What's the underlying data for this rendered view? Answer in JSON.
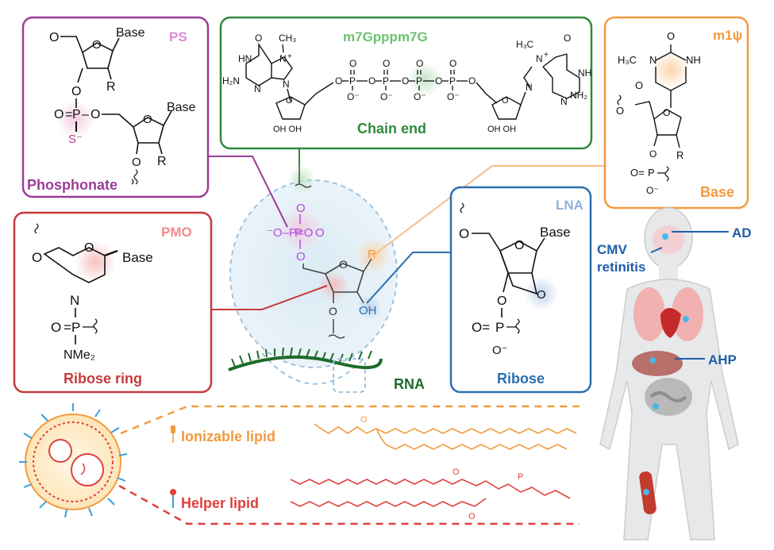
{
  "boxes": {
    "ps": {
      "tag": "PS",
      "caption": "Phosphonate",
      "color": "#9b3d96",
      "tag_color": "#d98cd6"
    },
    "cap": {
      "tag": "m7Gpppm7G",
      "caption": "Chain end",
      "color": "#2f8a3c",
      "tag_color": "#6cc26f"
    },
    "base": {
      "tag": "m1ψ",
      "caption": "Base",
      "color": "#f39a3e"
    },
    "pmo": {
      "tag": "PMO",
      "caption": "Ribose ring",
      "color": "#c63b3b",
      "tag_color": "#f28b8b"
    },
    "lna": {
      "tag": "LNA",
      "caption": "Ribose",
      "color": "#2a6fb0",
      "tag_color": "#8fb3dc"
    }
  },
  "chem": {
    "base": "Base",
    "R": "R",
    "O": "O",
    "OH": "OH",
    "P": "P",
    "S_minus": "S⁻",
    "O_minus": "O⁻",
    "N": "N",
    "NH": "NH",
    "H2N": "H₂N",
    "NH2": "NH₂",
    "CH3": "CH₃",
    "H3C": "H₃C",
    "NMe2": "NMe₂",
    "plus": "+",
    "ohoh": "OH OH"
  },
  "center": {
    "R": "R",
    "OH": "OH",
    "P_group": "⁻O–P=O"
  },
  "rna_label": "RNA",
  "lipids": {
    "ionizable": {
      "label": "Ionizable lipid",
      "color": "#f39a3e"
    },
    "helper": {
      "label": "Helper lipid",
      "color": "#e0403c"
    }
  },
  "body_labels": {
    "ad": "AD",
    "cmv": "CMV",
    "retinitis": "retinitis",
    "ahp": "AHP",
    "color": "#1f5fa8"
  }
}
